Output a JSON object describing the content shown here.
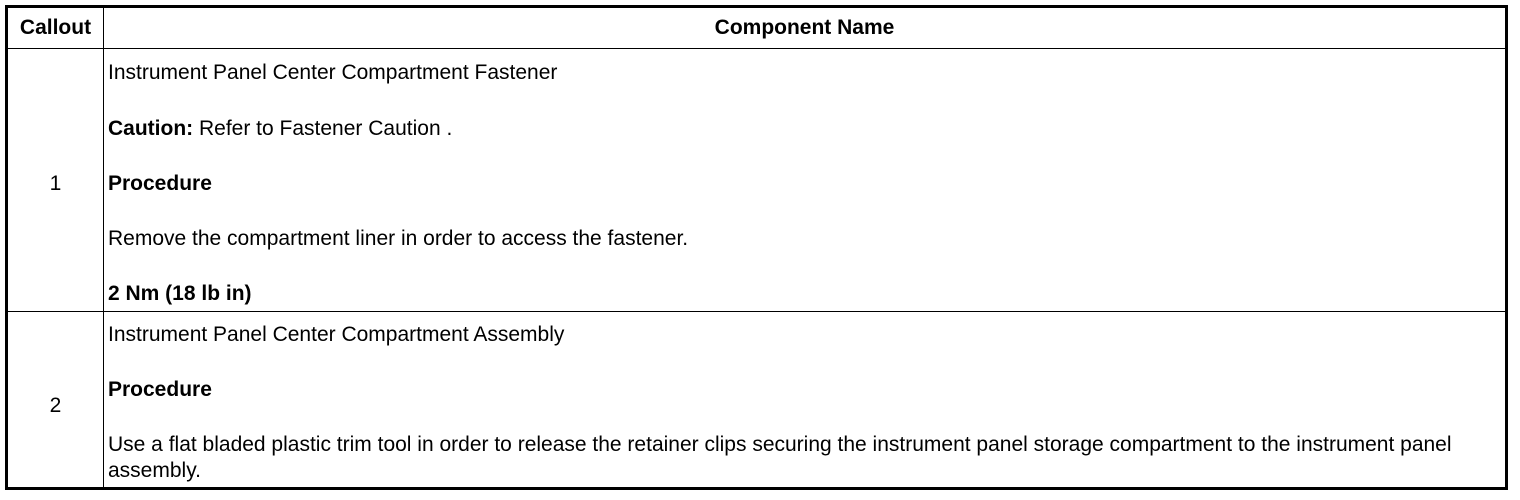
{
  "header": {
    "callout": "Callout",
    "component_name": "Component Name"
  },
  "rows": [
    {
      "callout": "1",
      "name": "Instrument Panel Center Compartment Fastener",
      "caution_label": "Caution:",
      "caution_text": "Refer to Fastener Caution .",
      "procedure_label": "Procedure",
      "procedure_text": "Remove the compartment liner in order to access the fastener.",
      "torque": "2 Nm (18 lb in)"
    },
    {
      "callout": "2",
      "name": "Instrument Panel Center Compartment Assembly",
      "procedure_label": "Procedure",
      "procedure_text": "Use a flat bladed plastic trim tool in order to release the retainer clips securing the instrument panel storage compartment to the instrument panel assembly."
    }
  ]
}
